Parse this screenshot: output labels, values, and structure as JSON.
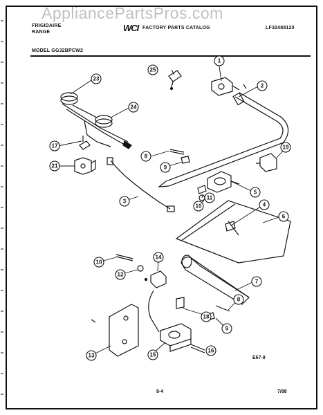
{
  "header": {
    "brand_line1": "FRIGIDAIRE",
    "brand_line2": "RANGE",
    "catalog_title": "FACTORY PARTS CATALOG",
    "catalog_logo": "WCI",
    "catalog_number": "LF32488120"
  },
  "watermark": "AppliancePartsPros.com",
  "model_label": "MODEL GG32BPCW2",
  "callouts": [
    "1",
    "2",
    "3",
    "4",
    "5",
    "6",
    "7",
    "8",
    "8",
    "9",
    "9",
    "10",
    "10",
    "11",
    "12",
    "13",
    "14",
    "15",
    "16",
    "17",
    "18",
    "19",
    "21",
    "23",
    "24",
    "25"
  ],
  "footer": {
    "drawing_code": "E67-8",
    "page_ref": "8-4",
    "date": "7/88"
  },
  "colors": {
    "ink": "#111111",
    "watermark": "#8c8c8c"
  }
}
